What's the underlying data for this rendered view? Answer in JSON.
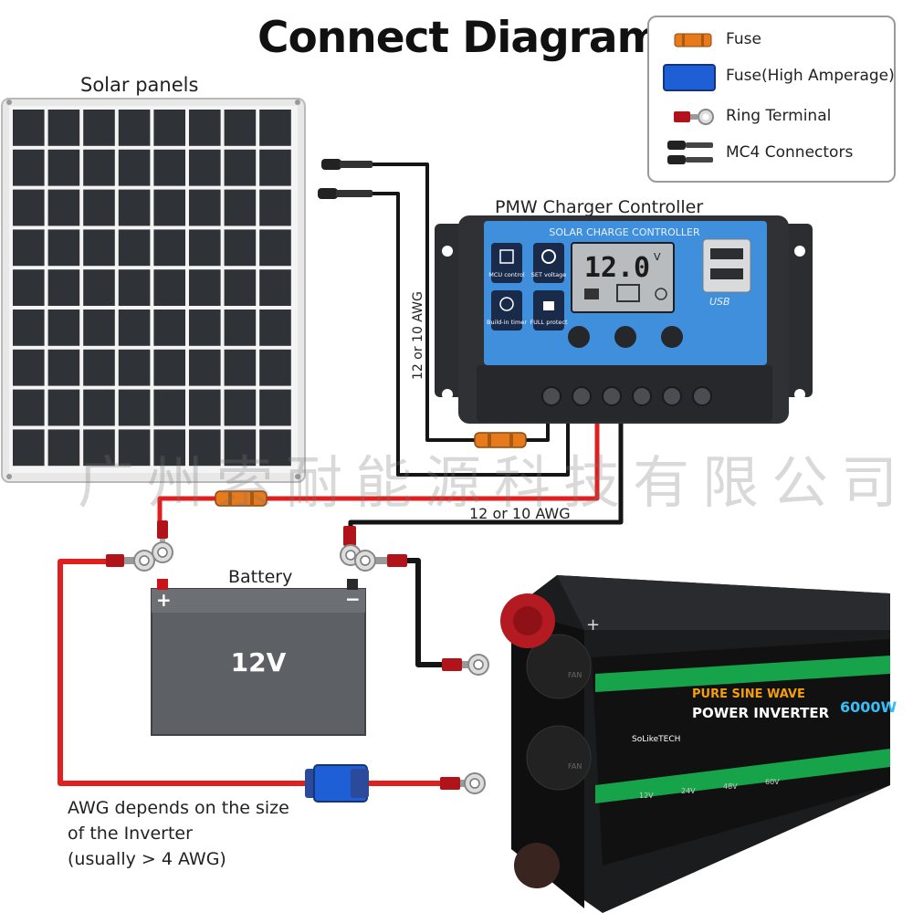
{
  "title": "Connect Diagram",
  "legend": {
    "items": [
      {
        "label": "Fuse",
        "icon": "fuse-icon"
      },
      {
        "label": "Fuse(High Amperage)",
        "icon": "high-amperage-fuse-icon"
      },
      {
        "label": "Ring Terminal",
        "icon": "ring-terminal-icon"
      },
      {
        "label": "MC4 Connectors",
        "icon": "mc4-connectors-icon"
      }
    ]
  },
  "labels": {
    "solar_panels": "Solar panels",
    "charger_controller": "PMW Charger Controller",
    "awg_vertical": "12 or 10 AWG",
    "awg_horizontal": "12 or 10 AWG",
    "battery": "Battery",
    "battery_voltage": "12V",
    "battery_plus": "+",
    "battery_minus": "−",
    "inverter_note_1": "AWG depends on the size",
    "inverter_note_2": "of the Inverter",
    "inverter_note_3": "(usually  > 4 AWG)"
  },
  "controller": {
    "header": "SOLAR CHARGE CONTROLLER",
    "display_value": "12.0",
    "display_unit": "V",
    "badges": [
      "MCU control",
      "SET voltage",
      "Build-in timer",
      "FULL protect"
    ],
    "usb_label": "USB"
  },
  "inverter": {
    "plus": "+",
    "line1": "PURE SINE WAVE",
    "line2": "POWER INVERTER",
    "power": "6000W",
    "brand": "SoLikeTECH",
    "voltages": [
      "12V",
      "24V",
      "48V",
      "60V"
    ],
    "fan_label": "FAN"
  },
  "watermark": "广州索耐能源科技有限公司",
  "colors": {
    "wire_red": "#e0201e",
    "wire_black": "#151515",
    "fuse_orange": "#e87a1e",
    "fuse_blue": "#1f5fd6",
    "panel_cell": "#2f3338",
    "controller_blue": "#3f8fdc",
    "inverter_green": "#16a34a"
  }
}
